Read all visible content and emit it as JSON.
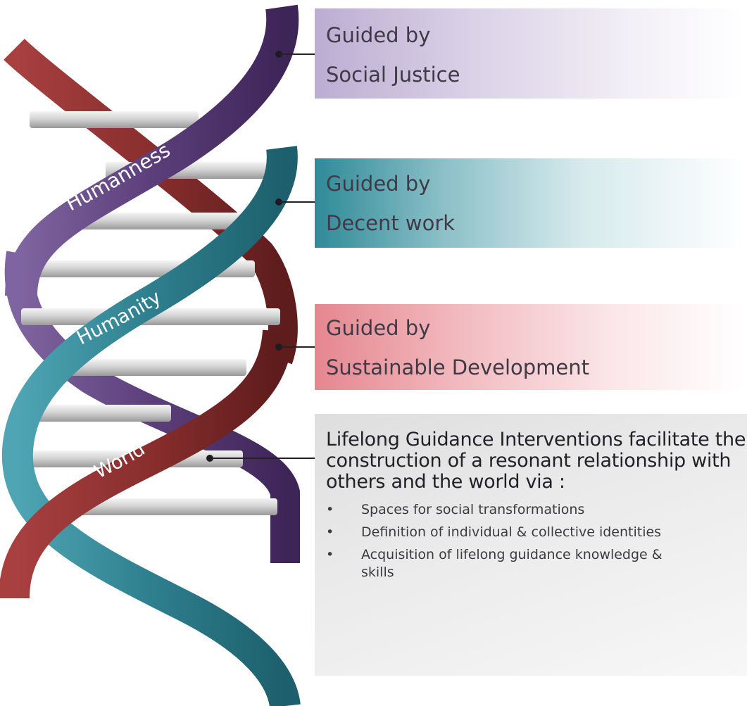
{
  "helix_labels": {
    "top": "Humanness",
    "middle": "Humanity",
    "bottom": "World"
  },
  "colors": {
    "purple_strand": "#5c3f7a",
    "teal_strand": "#2e7f8e",
    "red_strand": "#8a2e2e"
  },
  "boxes": {
    "justice": {
      "line1": "Guided by",
      "line2": "Social Justice"
    },
    "work": {
      "line1": "Guided by",
      "line2": "Decent work"
    },
    "sustain": {
      "line1": "Guided by",
      "line2": "Sustainable Development"
    },
    "lifelong": {
      "intro": "Lifelong Guidance Interventions facilitate the construction of a resonant relationship with others and the world via :",
      "bullets": [
        "Spaces for social transformations",
        "Definition of individual & collective identities",
        "Acquisition of lifelong guidance knowledge & skills"
      ]
    }
  }
}
